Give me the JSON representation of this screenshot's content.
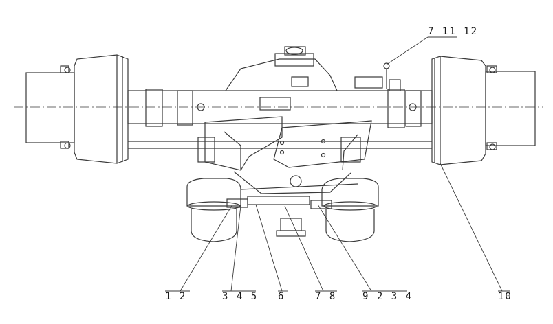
{
  "callouts": [
    {
      "id": "c1",
      "text": "7 11 12"
    },
    {
      "id": "c2",
      "text": "1 2"
    },
    {
      "id": "c3",
      "text": "3 4 5"
    },
    {
      "id": "c4",
      "text": "6"
    },
    {
      "id": "c5",
      "text": "7 8"
    },
    {
      "id": "c6",
      "text": "9 2 3 4"
    },
    {
      "id": "c7",
      "text": "10"
    }
  ],
  "colors": {
    "line": "#3a3a3a",
    "background": "#ffffff"
  }
}
